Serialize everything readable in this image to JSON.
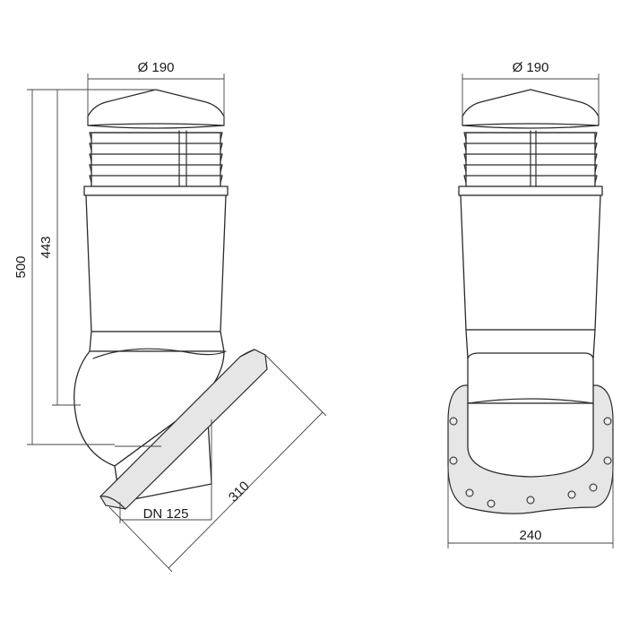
{
  "dimensions": {
    "left_top_diameter": "Ø 190",
    "right_top_diameter": "Ø 190",
    "total_height": "500",
    "body_height": "443",
    "pipe_diameter": "DN 125",
    "diagonal_length": "310",
    "base_width": "240"
  }
}
